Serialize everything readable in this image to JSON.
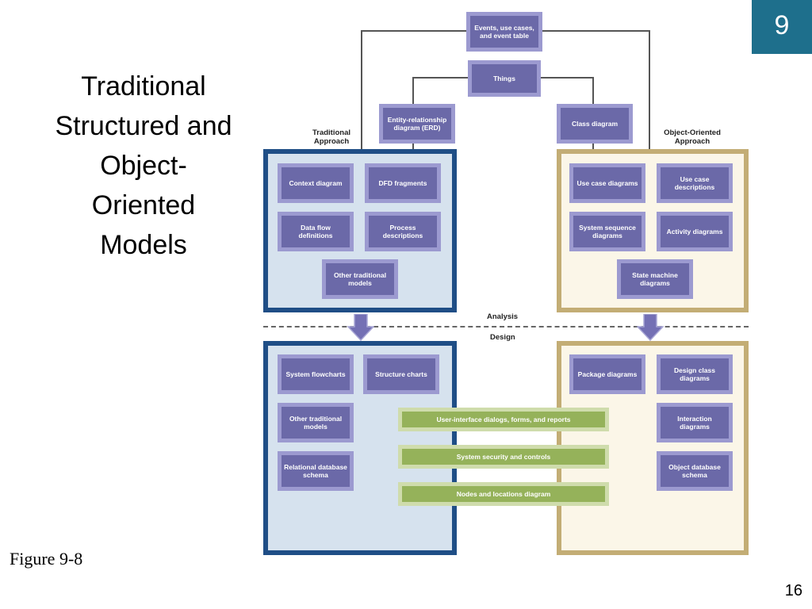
{
  "title": [
    "Traditional",
    "Structured and",
    "Object-",
    "Oriented",
    "Models"
  ],
  "badge": "9",
  "caption": "Figure 9-8",
  "page_number": "16",
  "diagram": {
    "top_boxes": {
      "events": "Events, use cases, and event table",
      "things": "Things",
      "erd": "Entity-relationship diagram (ERD)",
      "class_diagram": "Class diagram"
    },
    "approach_labels": {
      "traditional": [
        "Traditional",
        "Approach"
      ],
      "object_oriented": [
        "Object-Oriented",
        "Approach"
      ]
    },
    "phases": {
      "analysis": "Analysis",
      "design": "Design"
    },
    "traditional_analysis": {
      "context": "Context diagram",
      "dfd": "DFD fragments",
      "data_flow": "Data flow definitions",
      "process": "Process descriptions",
      "other": "Other traditional models"
    },
    "oo_analysis": {
      "use_case_diagrams": "Use case diagrams",
      "use_case_descriptions": "Use case descriptions",
      "system_sequence": "System sequence diagrams",
      "activity": "Activity diagrams",
      "state_machine": "State machine diagrams"
    },
    "traditional_design": {
      "system_flowcharts": "System flowcharts",
      "structure_charts": "Structure charts",
      "other": "Other traditional models",
      "relational": "Relational database schema"
    },
    "oo_design": {
      "package": "Package diagrams",
      "design_class": "Design class diagrams",
      "interaction": "Interaction diagrams",
      "object_db": "Object database schema"
    },
    "shared_bars": {
      "ui": "User-interface dialogs, forms, and reports",
      "security": "System security and controls",
      "nodes": "Nodes and locations diagram"
    }
  }
}
